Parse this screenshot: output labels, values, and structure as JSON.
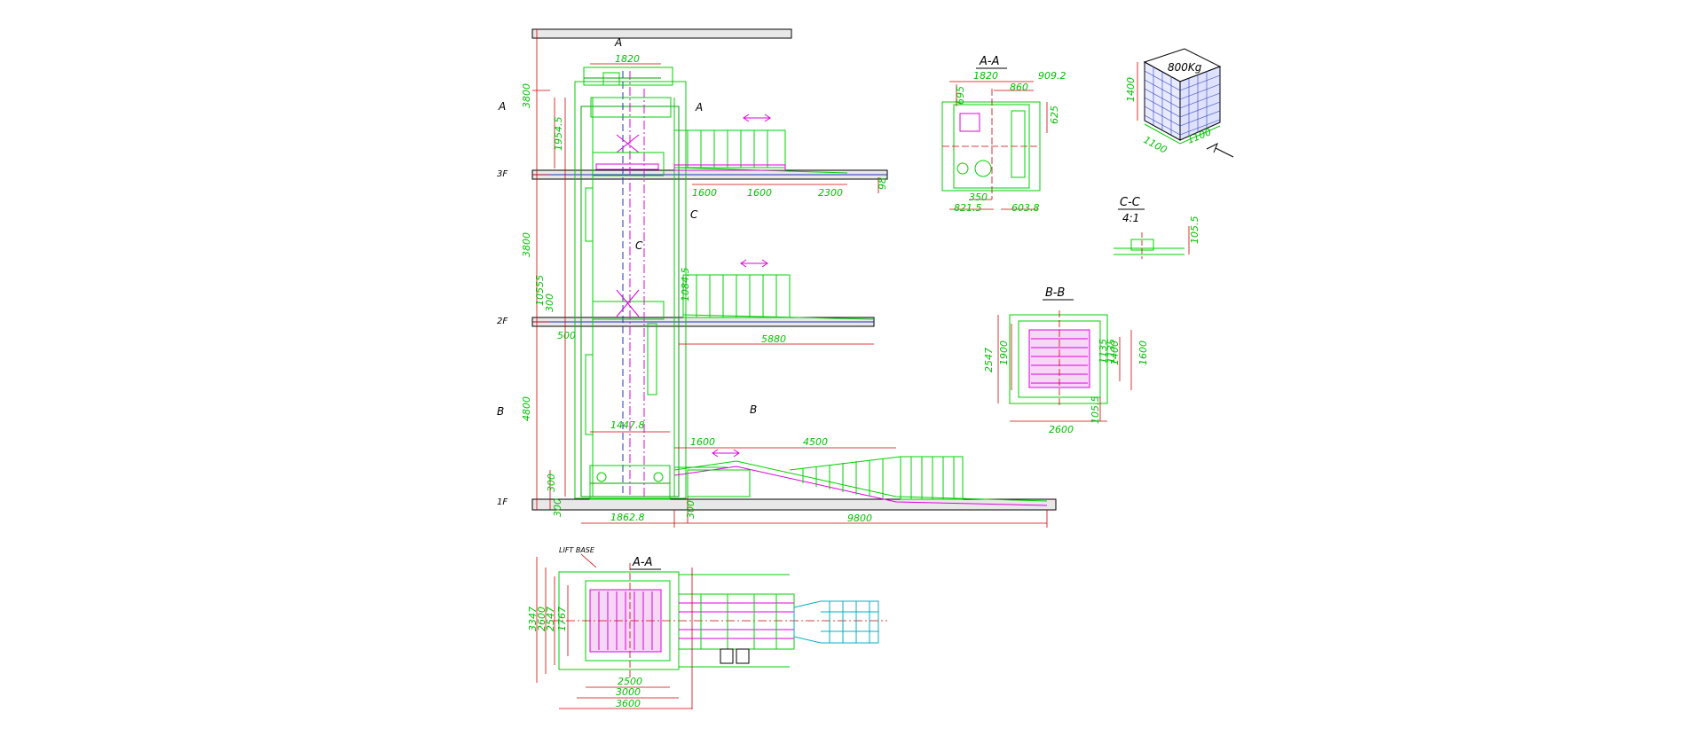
{
  "colors": {
    "structure": "#00d000",
    "dimension": "#d00000",
    "payload": "#e000e0",
    "floor": "#2030c0",
    "ramp": "#00b0c0"
  },
  "labels": {
    "section_aa_top": "A-A",
    "section_aa_bottom": "A-A",
    "section_bb": "B-B",
    "section_cc": "C-C",
    "scale_cc": "4:1",
    "cut_a": "A",
    "cut_b": "B",
    "cut_c": "C",
    "floor_3": "3F",
    "floor_2": "2F",
    "floor_1": "1F",
    "load": "800Kg",
    "bottom_note": "LIFT BASE"
  },
  "dims": {
    "elev_top_width": "1820",
    "elev_h_top": "3800",
    "elev_h_mid": "3800",
    "elev_h_bot": "4800",
    "elev_1954": "1954.5",
    "elev_10555": "10555",
    "elev_300a": "300",
    "elev_500": "500",
    "elev_1447": "1447.8",
    "elev_300b": "300",
    "elev_1862": "1862.8",
    "elev_300c": "300",
    "elev_300d": "300",
    "elev_1084": "1084.5",
    "top_1600a": "1600",
    "top_1600b": "1600",
    "top_2300": "2300",
    "top_98": "98",
    "mid_5880": "5880",
    "bot_1600": "1600",
    "bot_4500": "4500",
    "bot_9800": "9800",
    "aa_1820": "1820",
    "aa_860": "860",
    "aa_909": "909.2",
    "aa_695": "695",
    "aa_625": "625",
    "aa_350": "350",
    "aa_821": "821.5",
    "aa_603": "603.8",
    "cc_105": "105.5",
    "bb_2547": "2547",
    "bb_1900": "1900",
    "bb_1400": "1400",
    "bb_1600": "1600",
    "bb_1135a": "1135",
    "bb_1135b": "1135",
    "bb_2600": "2600",
    "bb_105": "105.5",
    "box_1400": "1400",
    "box_1100a": "1100",
    "box_1100b": "1100",
    "plan_3347": "3347",
    "plan_2600": "2600",
    "plan_2547": "2547",
    "plan_1767": "1767",
    "plan_2500": "2500",
    "plan_3000": "3000",
    "plan_3600": "3600"
  }
}
